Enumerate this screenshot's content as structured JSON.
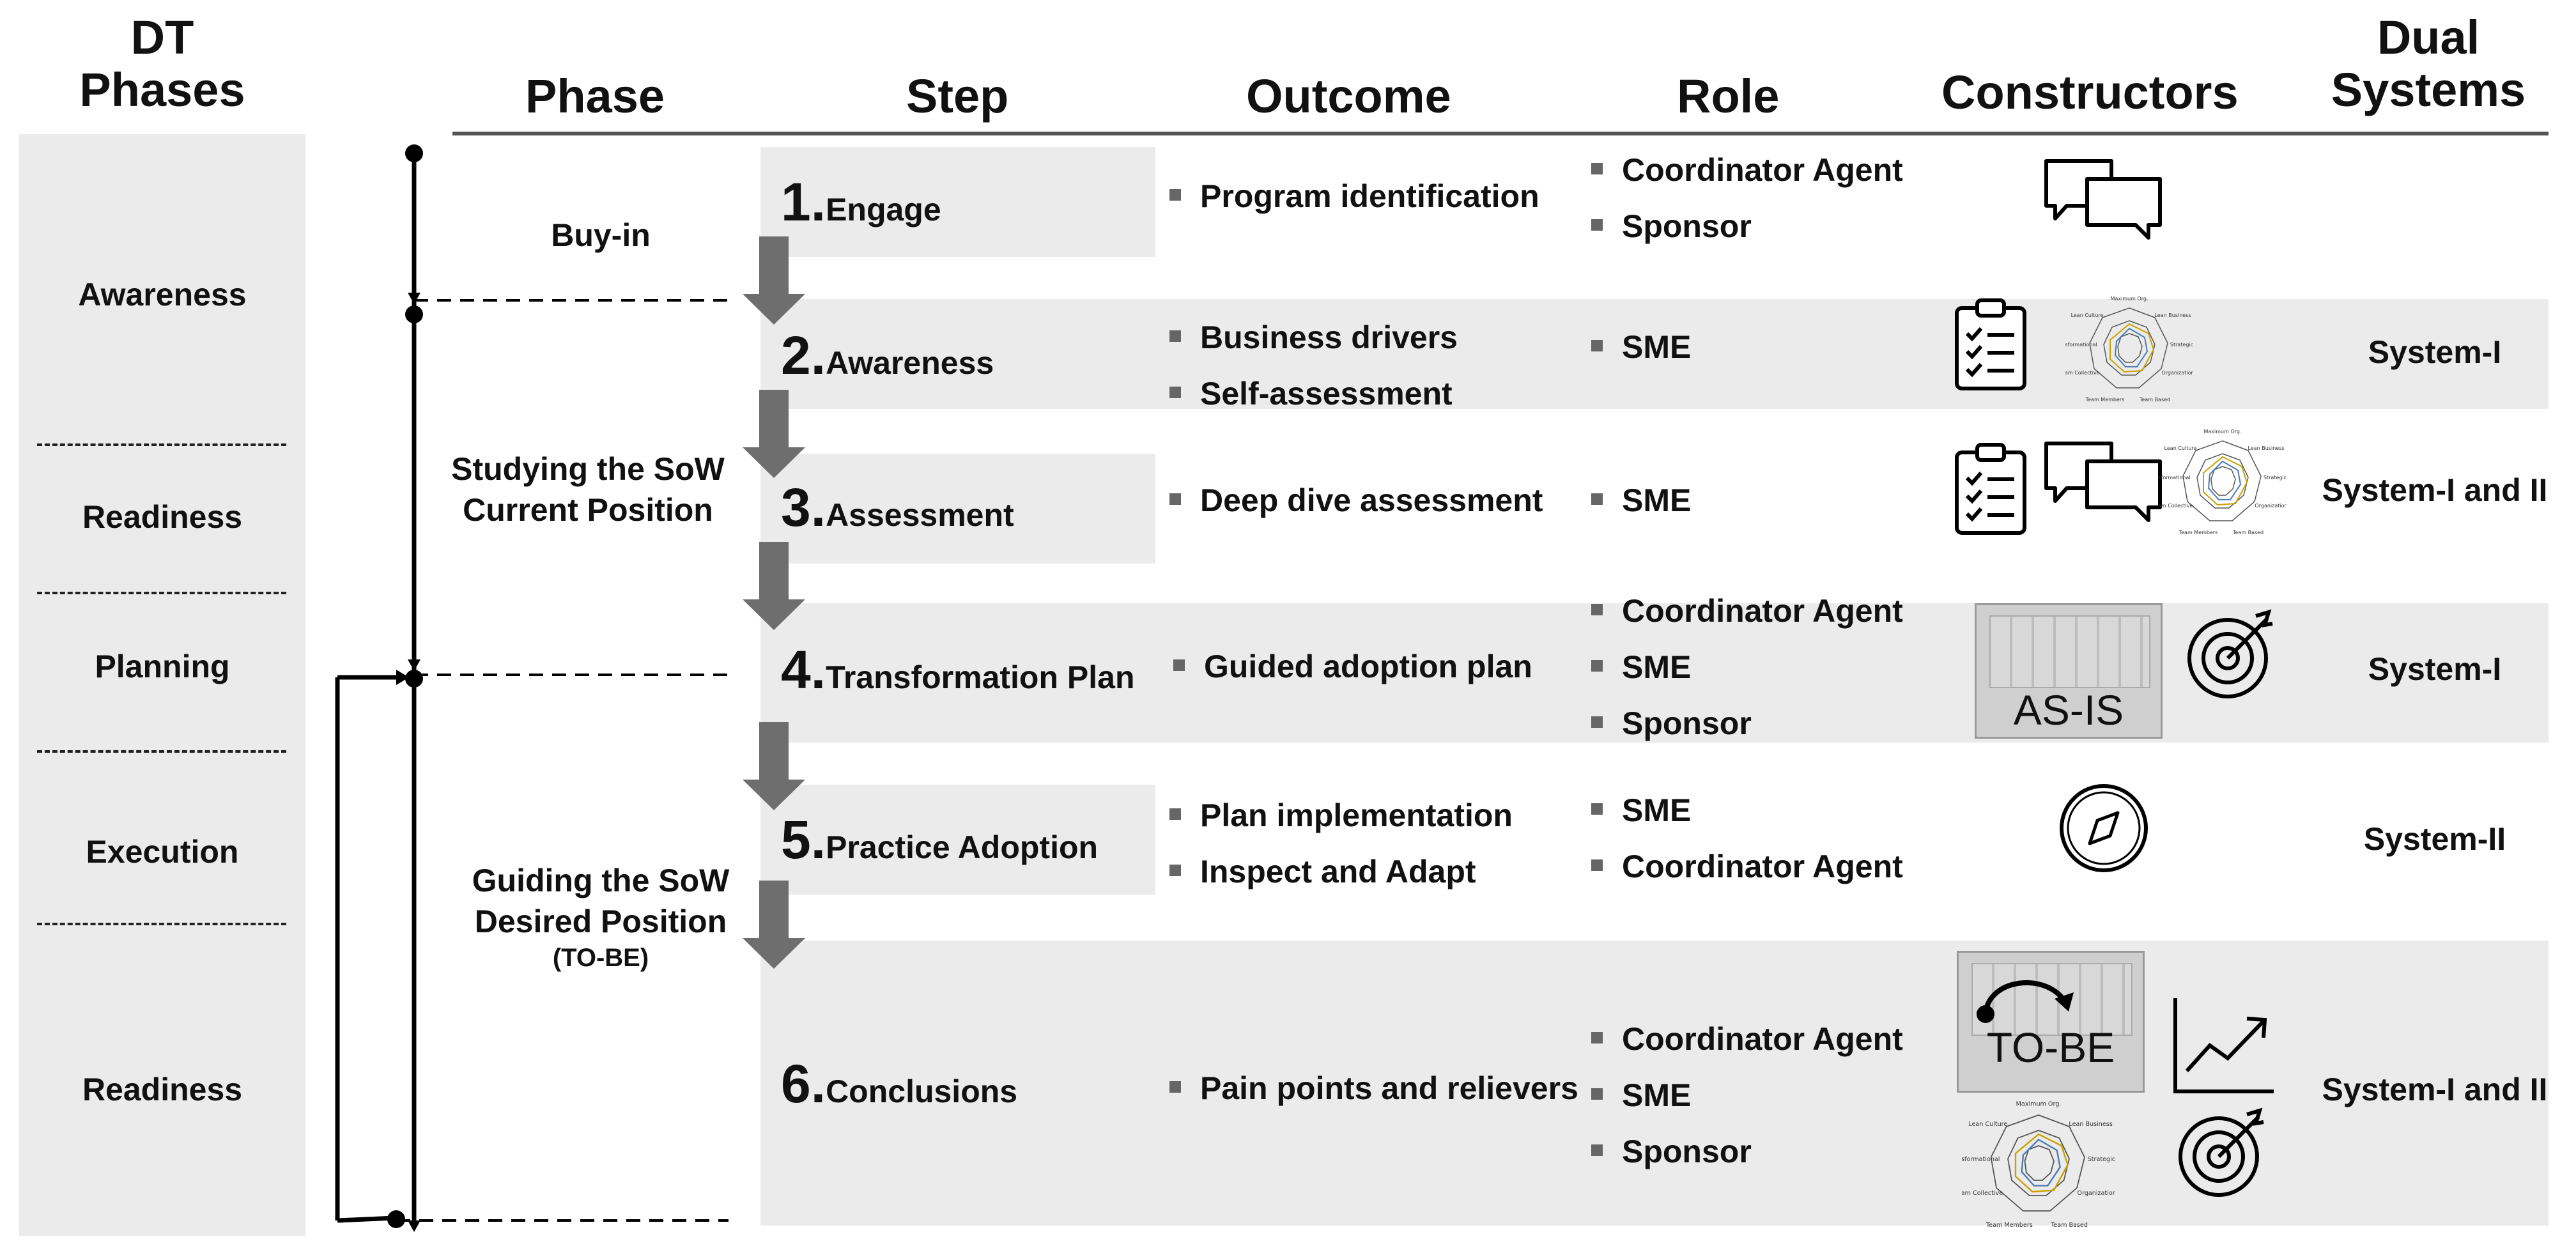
{
  "headers": {
    "dt_phases": "DT Phases",
    "phase": "Phase",
    "step": "Step",
    "outcome": "Outcome",
    "role": "Role",
    "constructors": "Constructors",
    "dual_systems": "Dual Systems"
  },
  "dt_phases": [
    "Awareness",
    "Readiness",
    "Planning",
    "Execution",
    "Readiness"
  ],
  "phases": {
    "buy_in": "Buy-in",
    "studying_1": "Studying the SoW",
    "studying_2": "Current Position",
    "guiding_1": "Guiding the SoW",
    "guiding_2": "Desired Position",
    "guiding_3": "(TO-BE)"
  },
  "steps": [
    {
      "num": "1.",
      "label": "Engage",
      "outcomes": [
        "Program identification"
      ],
      "roles": [
        "Coordinator Agent",
        "Sponsor"
      ],
      "dual": "",
      "constructors": [
        "speech-bubbles-icon"
      ]
    },
    {
      "num": "2.",
      "label": "Awareness",
      "outcomes": [
        "Business drivers",
        "Self-assessment"
      ],
      "roles": [
        "SME"
      ],
      "dual": "System-I",
      "constructors": [
        "checklist-clipboard-icon",
        "radar-chart-icon"
      ]
    },
    {
      "num": "3.",
      "label": "Assessment",
      "outcomes": [
        "Deep dive assessment"
      ],
      "roles": [
        "SME"
      ],
      "dual": "System-I and II",
      "constructors": [
        "checklist-clipboard-icon",
        "speech-bubbles-icon",
        "radar-chart-icon"
      ]
    },
    {
      "num": "4.",
      "label": "Transformation Plan",
      "outcomes": [
        "Guided adoption plan"
      ],
      "roles": [
        "Coordinator Agent",
        "SME",
        "Sponsor"
      ],
      "dual": "System-I",
      "constructors": [
        "as-is-thumbnail",
        "target-icon"
      ]
    },
    {
      "num": "5.",
      "label": "Practice Adoption",
      "outcomes": [
        "Plan implementation",
        "Inspect and Adapt"
      ],
      "roles": [
        "SME",
        "Coordinator Agent"
      ],
      "dual": "System-II",
      "constructors": [
        "compass-icon"
      ]
    },
    {
      "num": "6.",
      "label": "Conclusions",
      "outcomes": [
        "Pain points and relievers"
      ],
      "roles": [
        "Coordinator Agent",
        "SME",
        "Sponsor"
      ],
      "dual": "System-I and II",
      "constructors": [
        "to-be-thumbnail",
        "trend-chart-icon",
        "radar-chart-icon",
        "target-icon"
      ]
    }
  ],
  "thumbnails": {
    "as_is": "AS-IS",
    "to_be": "TO-BE"
  },
  "colors": {
    "band": "#ebebeb",
    "arrow": "#6e6e6e",
    "line": "#000000"
  }
}
